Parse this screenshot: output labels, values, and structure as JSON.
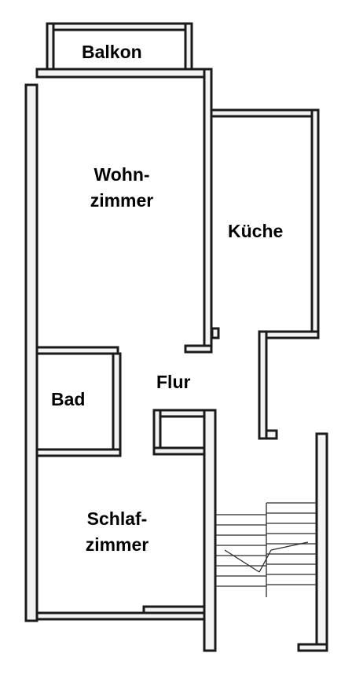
{
  "rooms": {
    "balcony": "Balkon",
    "living_line1": "Wohn-",
    "living_line2": "zimmer",
    "kitchen": "Küche",
    "hallway": "Flur",
    "bathroom": "Bad",
    "bedroom_line1": "Schlaf-",
    "bedroom_line2": "zimmer"
  }
}
